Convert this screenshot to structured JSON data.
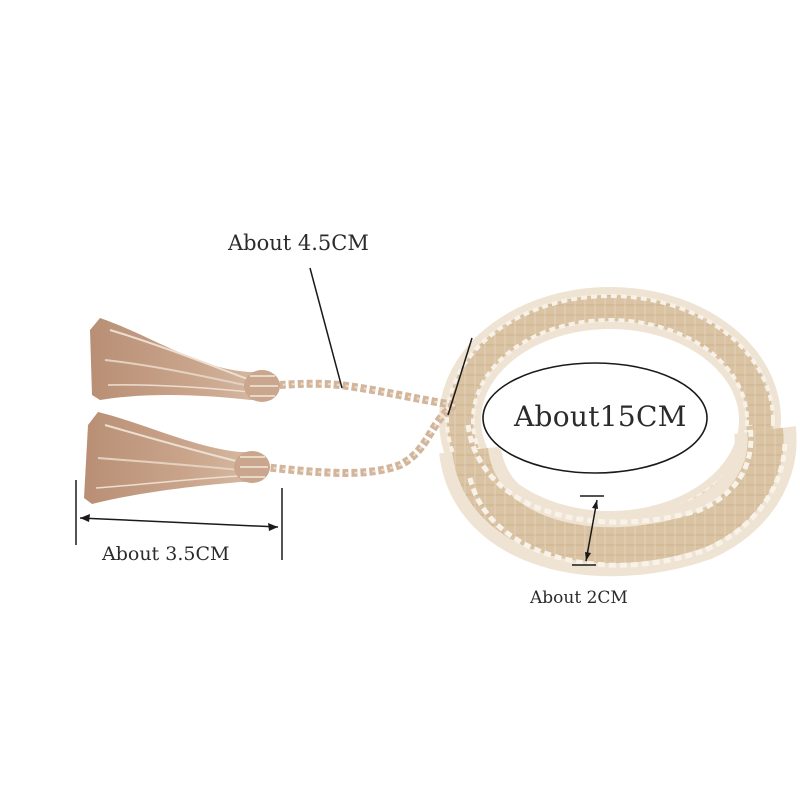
{
  "image": {
    "subject": "woven-bracelet-with-tassels",
    "colors": {
      "background": "#ffffff",
      "strap_tan": "#d8c2a2",
      "strap_cream": "#f4ece0",
      "tassel": "#c39d84",
      "tassel_highlight": "#e9dccd",
      "measure_line": "#1a1a1a",
      "label_text": "#2b2b2b"
    }
  },
  "labels": {
    "cord_length": "About 4.5CM",
    "tassel_length": "About 3.5CM",
    "circumference": "About15CM",
    "band_width": "About 2CM"
  }
}
